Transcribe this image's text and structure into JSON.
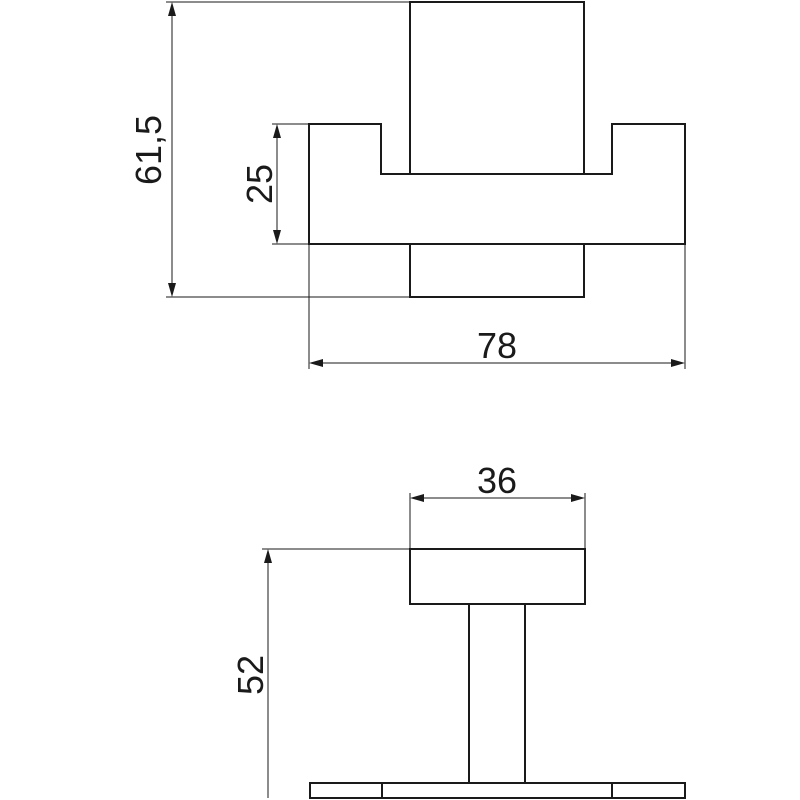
{
  "drawing": {
    "dimensions": {
      "total_height_front": "61,5",
      "arm_height": "25",
      "total_width": "78",
      "plate_width": "36",
      "projection_depth": "52"
    }
  }
}
